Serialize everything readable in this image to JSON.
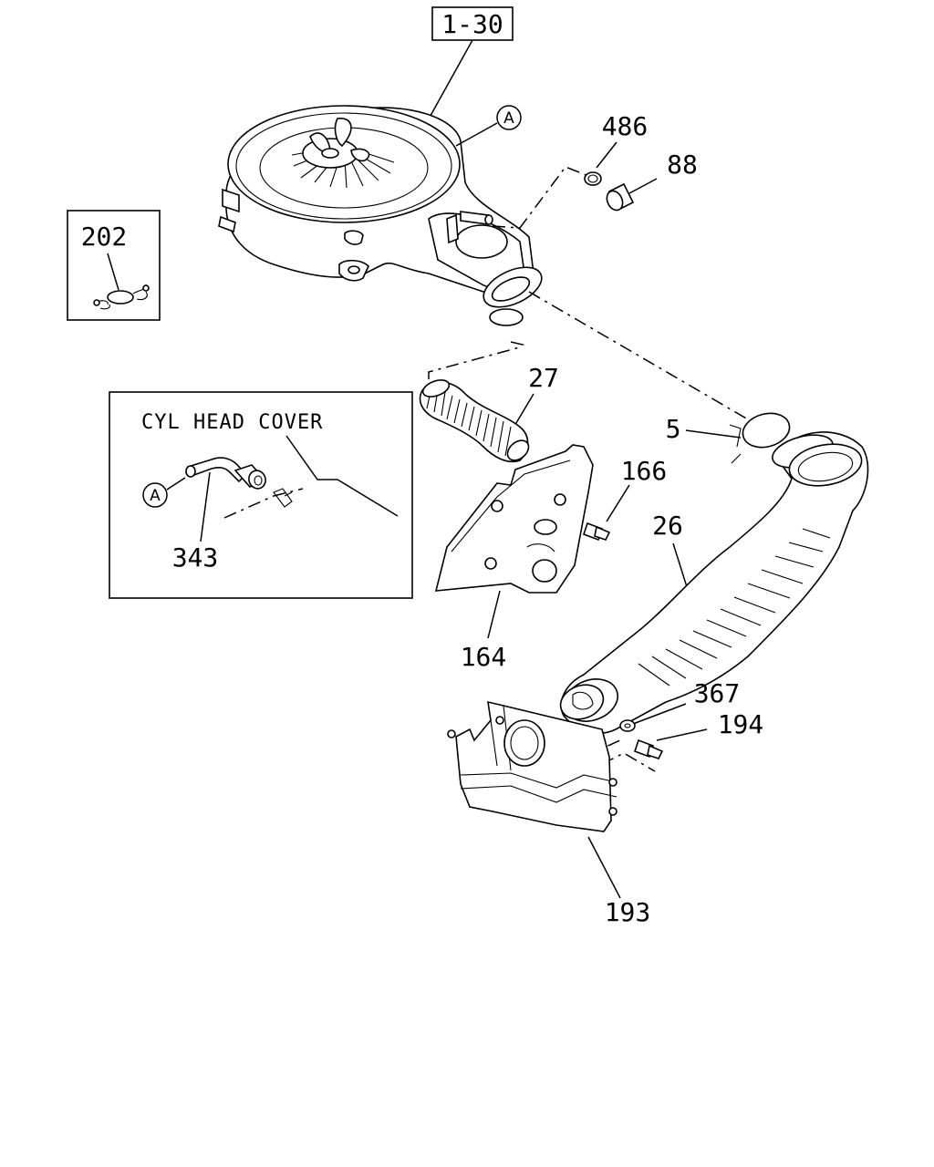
{
  "diagram": {
    "ref_box_label": "1-30",
    "inset_title": "CYL HEAD COVER",
    "callout_a": "A",
    "parts": {
      "p202": "202",
      "p486": "486",
      "p88": "88",
      "p27": "27",
      "p5": "5",
      "p166": "166",
      "p26": "26",
      "p164": "164",
      "p343": "343",
      "p367": "367",
      "p194": "194",
      "p193": "193"
    }
  }
}
